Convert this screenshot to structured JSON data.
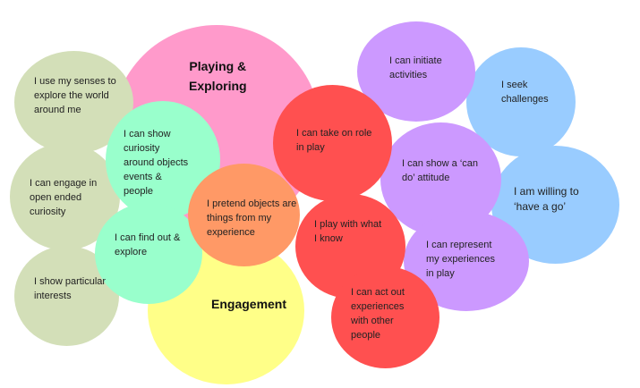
{
  "diagram": {
    "titles": {
      "playing_exploring": "Playing &\nExploring",
      "engagement": "Engagement"
    },
    "statements": {
      "senses": "I use my senses to\nexplore the world\naround me",
      "open_ended": "I can engage in\nopen ended\ncuriosity",
      "interests": "I show particular\ninterests",
      "curiosity": "I can show\ncuriosity\naround objects\nevents &\npeople",
      "find_out": "I can find out &\nexplore",
      "pretend": "I pretend objects are\nthings from my\nexperience",
      "role": "I can take on role\nin play",
      "play_with": "I play with what\nI know",
      "act_out": "I can act out\nexperiences\nwith other\npeople",
      "initiate": "I can initiate\nactivities",
      "seek": "I seek\nchallenges",
      "can_do": "I can show a ‘can\ndo’ attitude",
      "willing": "I am willing to\n‘have a go’",
      "represent": "I can represent\nmy experiences\nin play"
    },
    "colors": {
      "pink": "#FF9ACB",
      "yellow": "#FFFF88",
      "green_pale": "#D3DFB8",
      "mint": "#99FFCC",
      "orange": "#FF9966",
      "red": "#FF5050",
      "purple": "#CC99FF",
      "blue": "#99CCFF"
    }
  }
}
